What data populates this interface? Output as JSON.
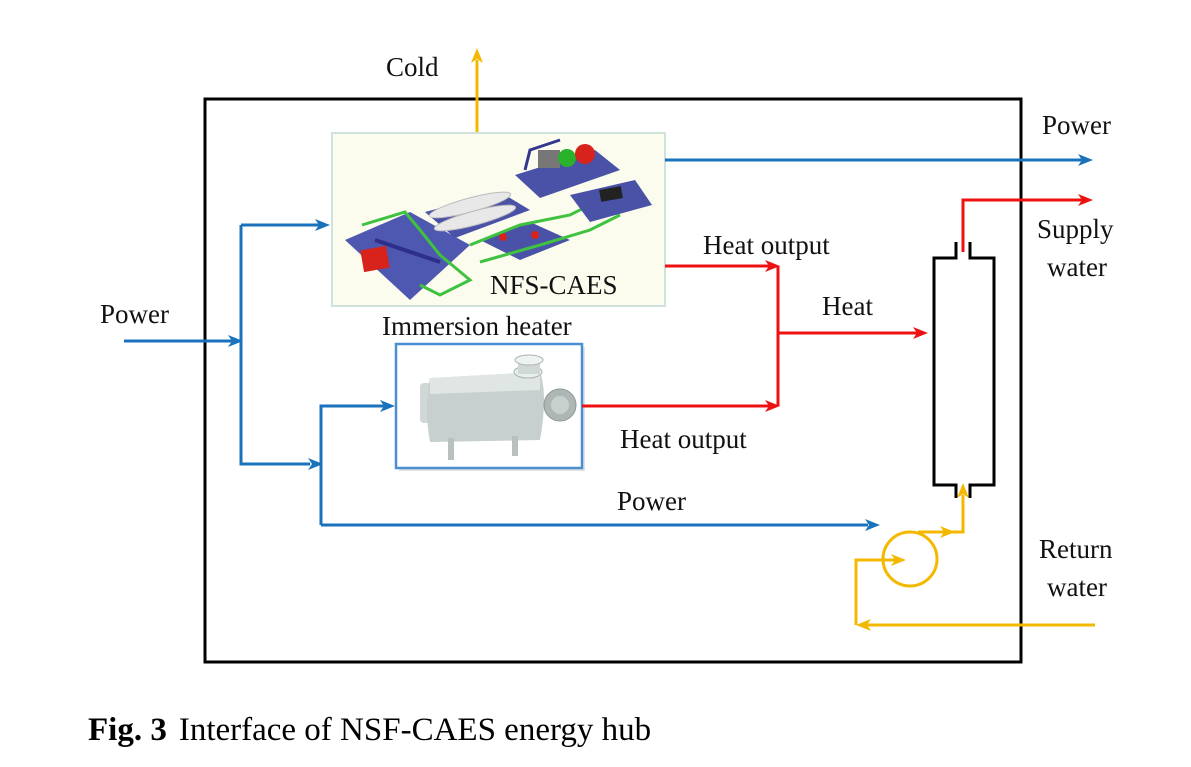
{
  "colors": {
    "power": "#1a72bd",
    "heat": "#ee1111",
    "water": "#f5b800",
    "border": "#000000",
    "caes_bg": "#fbfcee",
    "caes_border": "#cfe3dc",
    "heater_border": "#4a8fd0"
  },
  "components": {
    "caes": {
      "label": "NFS-CAES",
      "icon": "compressed-air-energy-storage-plant-image"
    },
    "heater": {
      "label": "Immersion heater",
      "icon": "immersion-heater-image"
    },
    "exchanger": {
      "icon": "heat-exchanger-symbol"
    },
    "pump": {
      "icon": "pump-symbol"
    }
  },
  "labels": {
    "cold": "Cold",
    "power_out": "Power",
    "supply_water_1": "Supply",
    "supply_water_2": "water",
    "power_in": "Power",
    "heat_output_top": "Heat output",
    "heat": "Heat",
    "heat_output_bottom": "Heat output",
    "power_bottom": "Power",
    "return_water_1": "Return",
    "return_water_2": "water"
  },
  "caption": {
    "fig": "Fig. 3",
    "text": "Interface of NSF-CAES energy hub"
  }
}
